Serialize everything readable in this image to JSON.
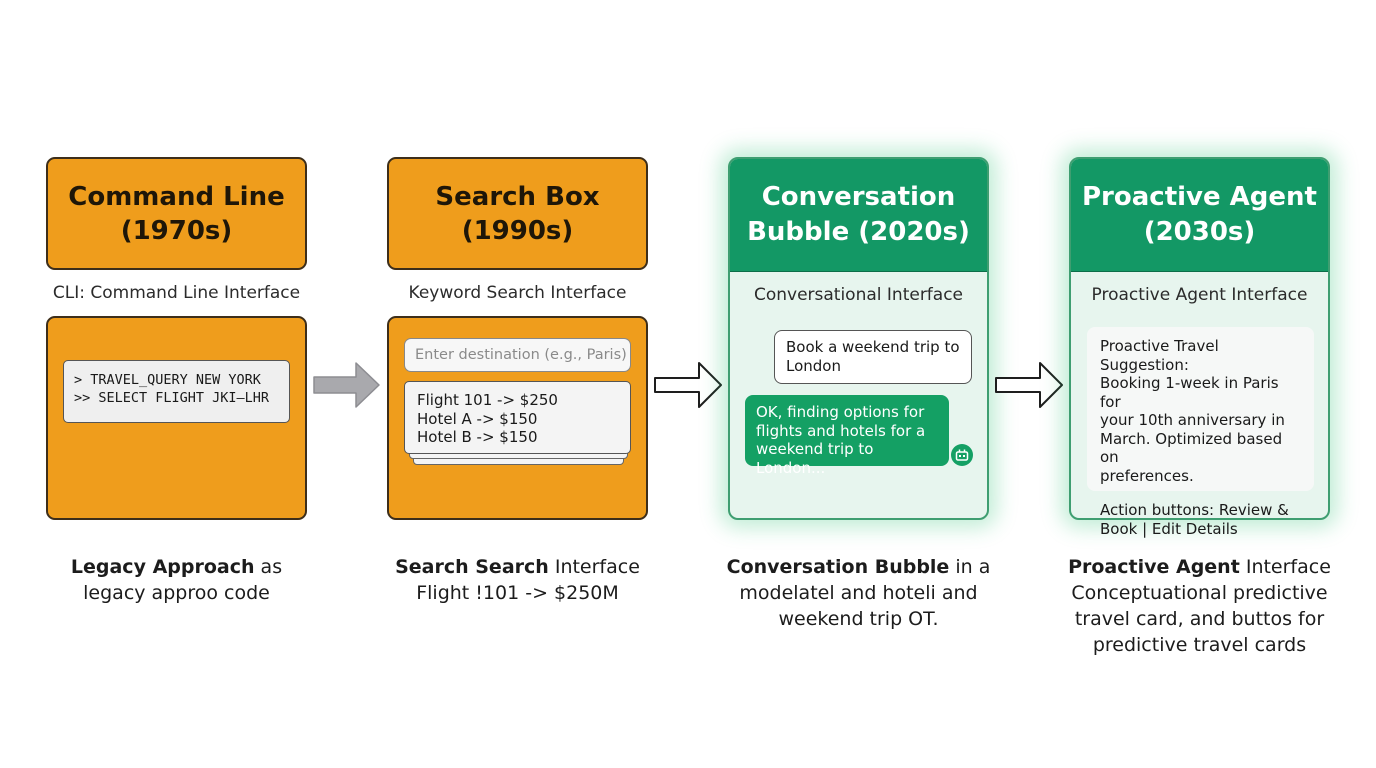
{
  "stages": [
    {
      "title_line1": "Command Line",
      "title_line2": "(1970s)",
      "subtitle": "CLI: Command Line Interface",
      "terminal_lines": [
        "> TRAVEL_QUERY NEW YORK",
        ">> SELECT FLIGHT JKI–LHR"
      ],
      "caption_bold": "Legacy Approach",
      "caption_rest": " as",
      "caption_line2": "legacy approo code"
    },
    {
      "title_line1": "Search Box",
      "title_line2": "(1990s)",
      "subtitle": "Keyword Search Interface",
      "search_placeholder": "Enter destination (e.g., Paris)",
      "results": [
        "Flight 101 -> $250",
        "Hotel A -> $150",
        "Hotel B -> $150"
      ],
      "caption_bold": "Search Search",
      "caption_rest": " Interface",
      "caption_line2": "Flight !101 -> $250M"
    },
    {
      "title_line1": "Conversation",
      "title_line2": "Bubble (2020s)",
      "subtitle": "Conversational Interface",
      "user_message": [
        "Book a weekend trip to",
        "London"
      ],
      "bot_message": [
        "OK, finding options for",
        "flights and hotels for a",
        "weekend trip to London..."
      ],
      "caption_bold": "Conversation Bubble",
      "caption_rest": " in a",
      "caption_line2": "modelatel and hoteli and",
      "caption_line3": "weekend trip OT."
    },
    {
      "title_line1": "Proactive Agent",
      "title_line2": "(2030s)",
      "subtitle": "Proactive Agent Interface",
      "suggestion_lines": [
        "Proactive Travel Suggestion:",
        "Booking 1-week in Paris for",
        "your 10th anniversary in",
        "March. Optimized based on",
        "preferences."
      ],
      "action_lines": [
        "Action buttons: Review &",
        "Book | Edit Details"
      ],
      "caption_bold": "Proactive Agent",
      "caption_rest": " Interface",
      "caption_line2": "Conceptuational predictive",
      "caption_line3": "travel card, and buttos for",
      "caption_line4": "predictive travel cards"
    }
  ],
  "icons": {
    "arrow_1": "filled-gray-arrow-icon",
    "arrow_2": "outline-arrow-icon",
    "arrow_3": "outline-arrow-icon",
    "bot_badge": "bot-icon"
  },
  "colors": {
    "legacy_orange": "#ef9d1c",
    "modern_green": "#139865",
    "green_card_bg": "#e7f5ee"
  }
}
